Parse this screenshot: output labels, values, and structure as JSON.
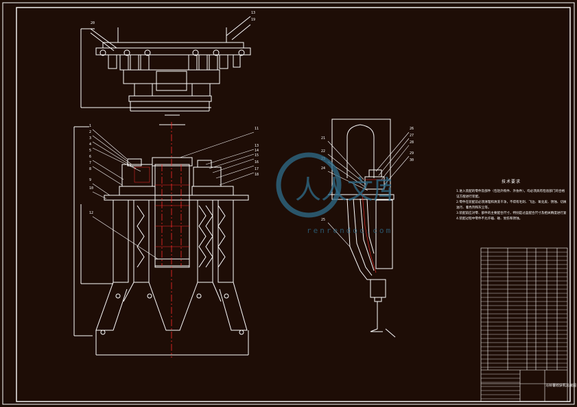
{
  "sheet": {
    "background": "#1e0d06",
    "line_color": "#ffffff",
    "center_line_color": "#ff2b2b",
    "watermark_color": "#2f6d8c"
  },
  "watermark": {
    "chinese": "人人文库",
    "url": "renrendoc.com"
  },
  "tech_notes": {
    "heading": "技术要求",
    "lines": [
      "1.进入装配的零件及部件（包括外购件、外协件），均必须具有检验部门的合格",
      "  证方能进行装配。",
      "2.零件在装配前必须清理和清洗干净，不得有毛刺、飞边、氧化皮、锈蚀、切屑、",
      "  油污、着色剂和灰尘等。",
      "3.装配前应对零、部件的主要配合尺寸，特别是过盈配合尺寸及相关精度进行复查。",
      "4.装配过程中零件不允许磕、碰、划伤和锈蚀。"
    ]
  },
  "balloons_front": [
    "1",
    "2",
    "3",
    "4",
    "5",
    "6",
    "7",
    "8",
    "9",
    "10",
    "11",
    "12",
    "13",
    "14",
    "15",
    "16",
    "17",
    "18"
  ],
  "balloons_top": [
    "19",
    "20",
    "13"
  ],
  "balloons_side": [
    "21",
    "22",
    "23",
    "24",
    "25",
    "26",
    "27",
    "28",
    "29",
    "30"
  ],
  "title_block": {
    "drawing_name": "马铃薯收获机总装图"
  }
}
